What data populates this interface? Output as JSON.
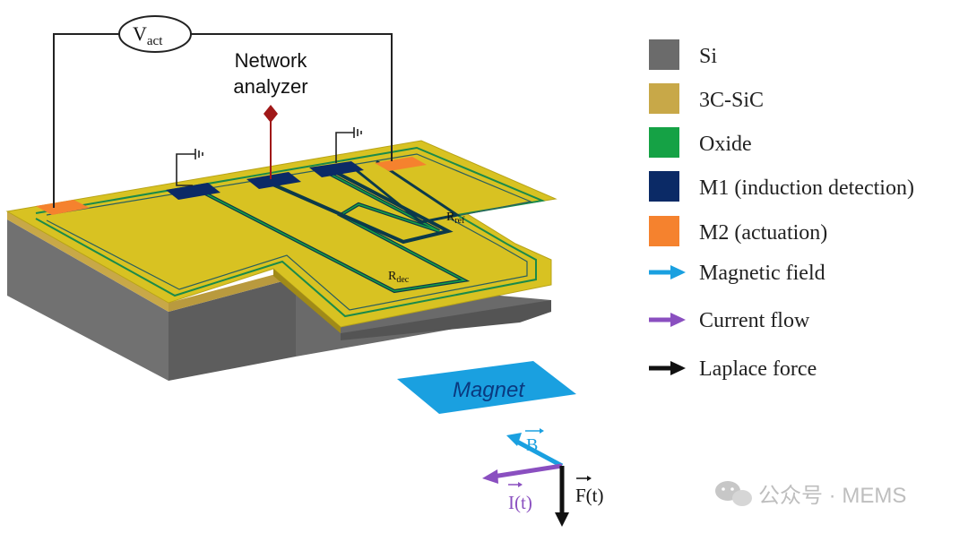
{
  "colors": {
    "si": "#6b6b6b",
    "sic": "#c8a848",
    "oxide": "#15a245",
    "m1": "#0b2a66",
    "m2": "#f5822e",
    "top_surface": "#d8c222",
    "magnetic_field": "#1aa0e0",
    "current_flow": "#8a4fc0",
    "laplace_force": "#111111",
    "magnet": "#1aa0e0",
    "probe": "#a01818"
  },
  "diagram": {
    "vact_main": "V",
    "vact_sub": "act",
    "network_analyzer_line1": "Network",
    "network_analyzer_line2": "analyzer",
    "rref_main": "R",
    "rref_sub": "ref",
    "rdec_main": "R",
    "rdec_sub": "dec",
    "magnet_label": "Magnet",
    "b_label": "B",
    "i_label": "I(t)",
    "f_label": "F(t)"
  },
  "legend": {
    "items": [
      {
        "kind": "swatch",
        "color_key": "si",
        "label": "Si"
      },
      {
        "kind": "swatch",
        "color_key": "sic",
        "label": "3C-SiC"
      },
      {
        "kind": "swatch",
        "color_key": "oxide",
        "label": "Oxide"
      },
      {
        "kind": "swatch",
        "color_key": "m1",
        "label": "M1 (induction detection)"
      },
      {
        "kind": "swatch",
        "color_key": "m2",
        "label": "M2 (actuation)"
      },
      {
        "kind": "arrow",
        "color_key": "magnetic_field",
        "label": "Magnetic field"
      },
      {
        "kind": "arrow",
        "color_key": "current_flow",
        "label": "Current flow"
      },
      {
        "kind": "arrow",
        "color_key": "laplace_force",
        "label": "Laplace force"
      }
    ]
  },
  "watermark": {
    "text": "公众号 · MEMS"
  }
}
